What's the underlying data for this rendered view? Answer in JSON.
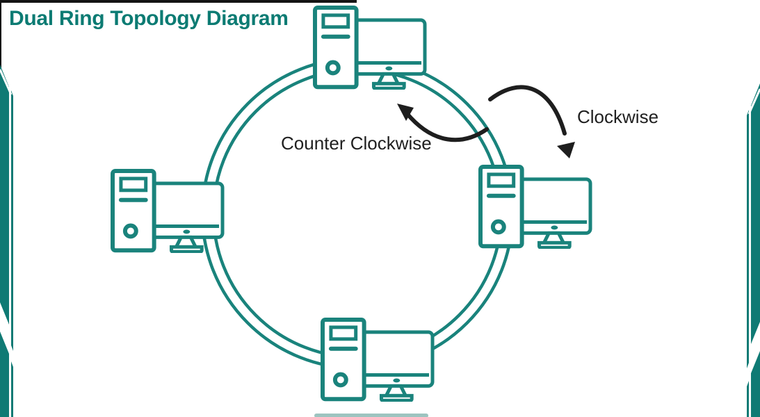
{
  "title": "Dual Ring Topology Diagram",
  "diagram": {
    "type": "dual-ring-topology",
    "ring_count": 2,
    "labels": {
      "clockwise": "Clockwise",
      "counter_clockwise": "Counter Clockwise"
    },
    "nodes": [
      {
        "id": "top",
        "icon": "desktop-computer-icon"
      },
      {
        "id": "right",
        "icon": "desktop-computer-icon"
      },
      {
        "id": "bottom",
        "icon": "desktop-computer-icon"
      },
      {
        "id": "left",
        "icon": "desktop-computer-icon"
      }
    ]
  },
  "colors": {
    "title_teal": "#0c7b73",
    "ring_teal": "#19837c",
    "icon_teal": "#1a837c",
    "ribbon_teal": "#0f7a74",
    "arrow_black": "#1e1e1e",
    "bottom_bar_teal": "#9dc4c0"
  }
}
